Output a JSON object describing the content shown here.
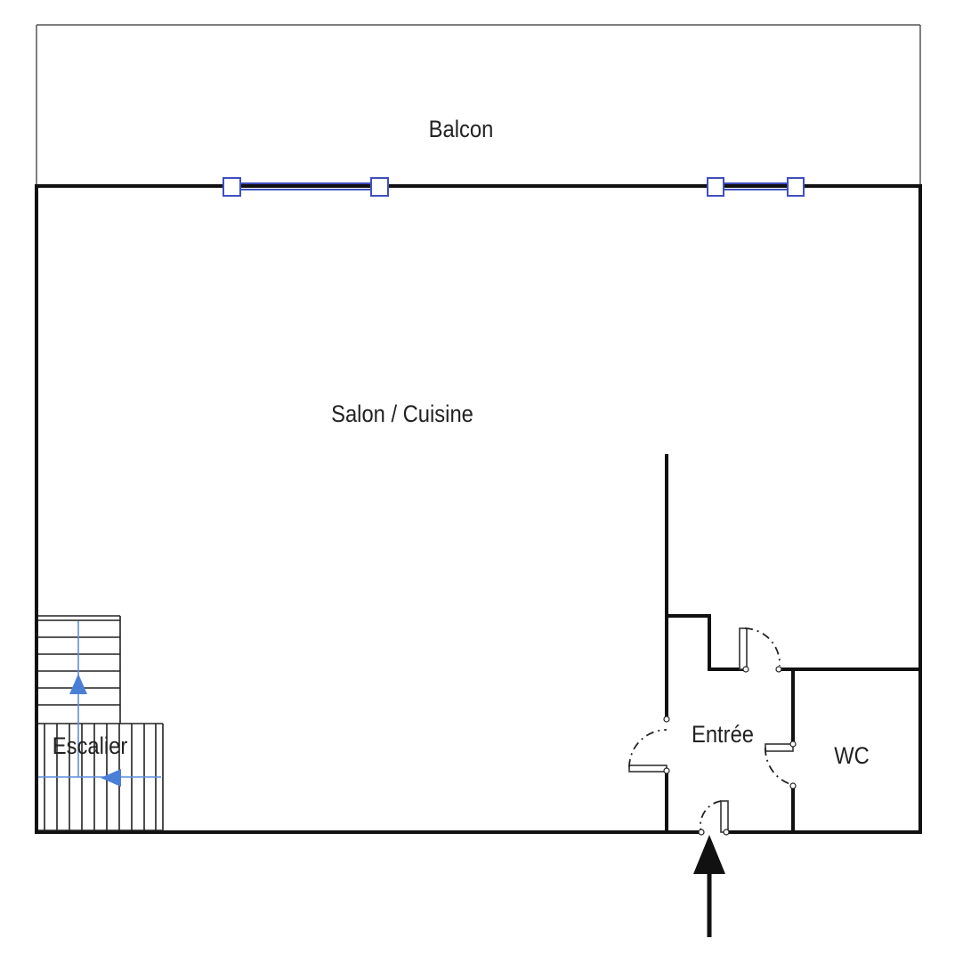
{
  "rooms": {
    "balcon": "Balcon",
    "salon_cuisine": "Salon / Cuisine",
    "escalier": "Escalier",
    "entree": "Entrée",
    "wc": "WC"
  },
  "colors": {
    "wall": "#111111",
    "window": "#3f4fbf",
    "stair_guide": "#5b8fe0",
    "stair_arrow": "#4a7fd8",
    "entry_arrow": "#111111"
  }
}
